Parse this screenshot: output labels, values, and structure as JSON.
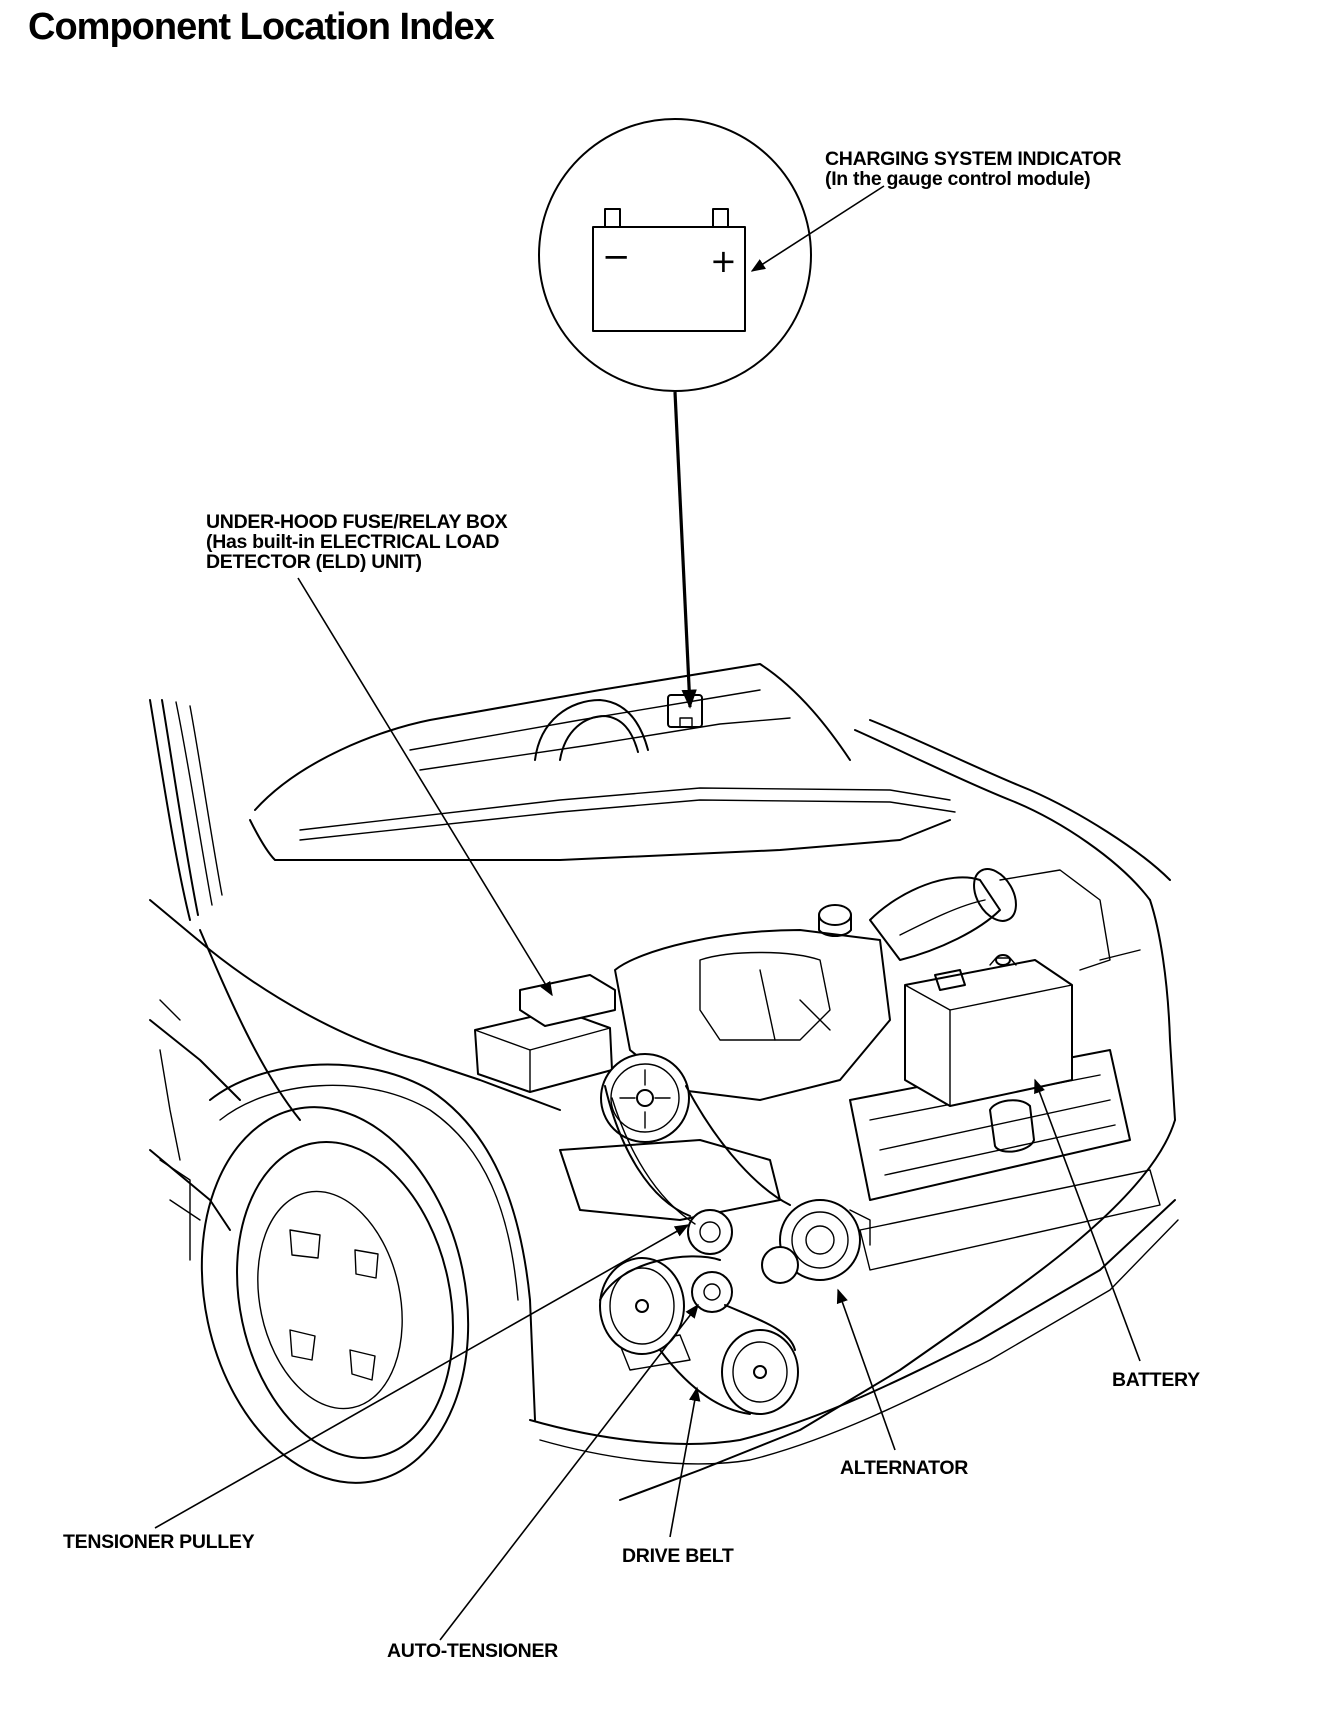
{
  "header": {
    "title": "Component Location Index"
  },
  "callouts": {
    "charging_indicator": {
      "line1": "CHARGING SYSTEM INDICATOR",
      "line2": "(In the gauge control module)"
    },
    "fuse_box": {
      "line1": "UNDER-HOOD FUSE/RELAY BOX",
      "line2": "(Has built-in ELECTRICAL LOAD",
      "line3": "DETECTOR (ELD) UNIT)"
    },
    "battery": "BATTERY",
    "alternator": "ALTERNATOR",
    "tensioner_pulley": "TENSIONER PULLEY",
    "drive_belt": "DRIVE BELT",
    "auto_tensioner": "AUTO-TENSIONER"
  },
  "detail_view": {
    "minus_symbol": "−",
    "plus_symbol": "+"
  }
}
